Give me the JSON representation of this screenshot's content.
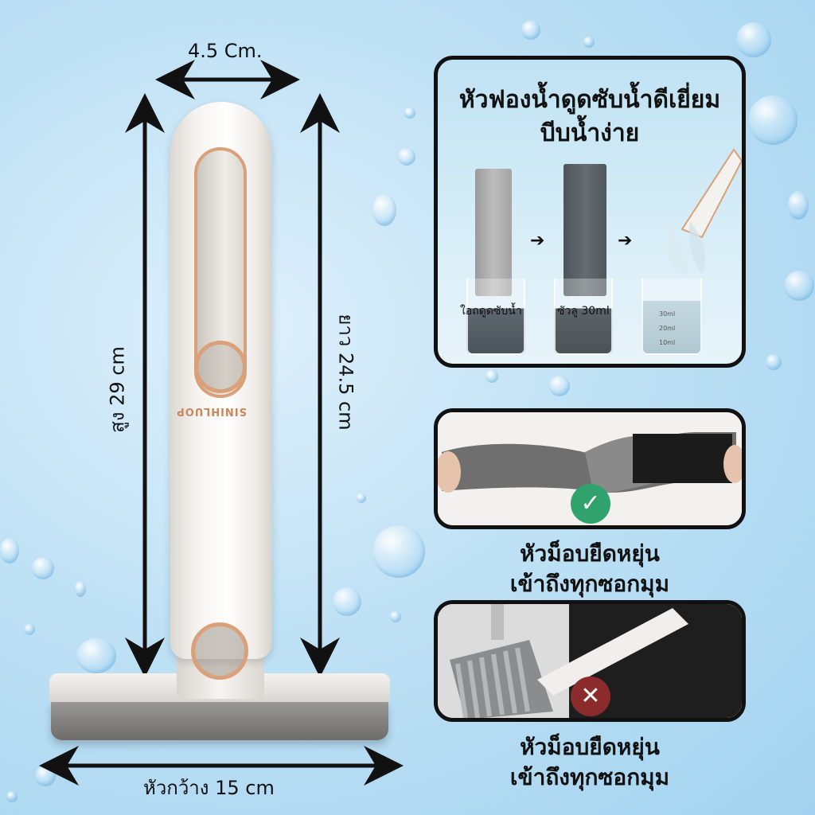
{
  "dimensions": {
    "width_top": "4.5 Cm.",
    "height_total": "สูง 29 cm",
    "length_handle": "ยาว 24.5 cm",
    "head_width": "หัวกว้าง 15 cm"
  },
  "product": {
    "brand": "SINIHLUOP"
  },
  "panel_absorb": {
    "title_line1": "หัวฟองน้ำดูดซับน้ำดีเยี่ยม",
    "title_line2": "บีบน้ำง่าย",
    "beaker1_label": "ใอถดูดซับน้ำ",
    "beaker2_label": "ซัวลู 30ml",
    "scale_marks": [
      "30ml",
      "20ml",
      "10ml"
    ]
  },
  "panel_flex": {
    "caption_line1": "หัวม็อบยืดหยุ่น",
    "caption_line2": "เข้าถึงทุกซอกมุม",
    "badge": "✓"
  },
  "panel_rigid": {
    "caption_line1": "หัวม็อบยืดหยุ่น",
    "caption_line2": "เข้าถึงทุกซอกมุม",
    "badge": "✕"
  },
  "colors": {
    "accent_copper": "#d9a07a",
    "check_green": "#2fa36b",
    "cross_red": "#8b2b2b"
  }
}
